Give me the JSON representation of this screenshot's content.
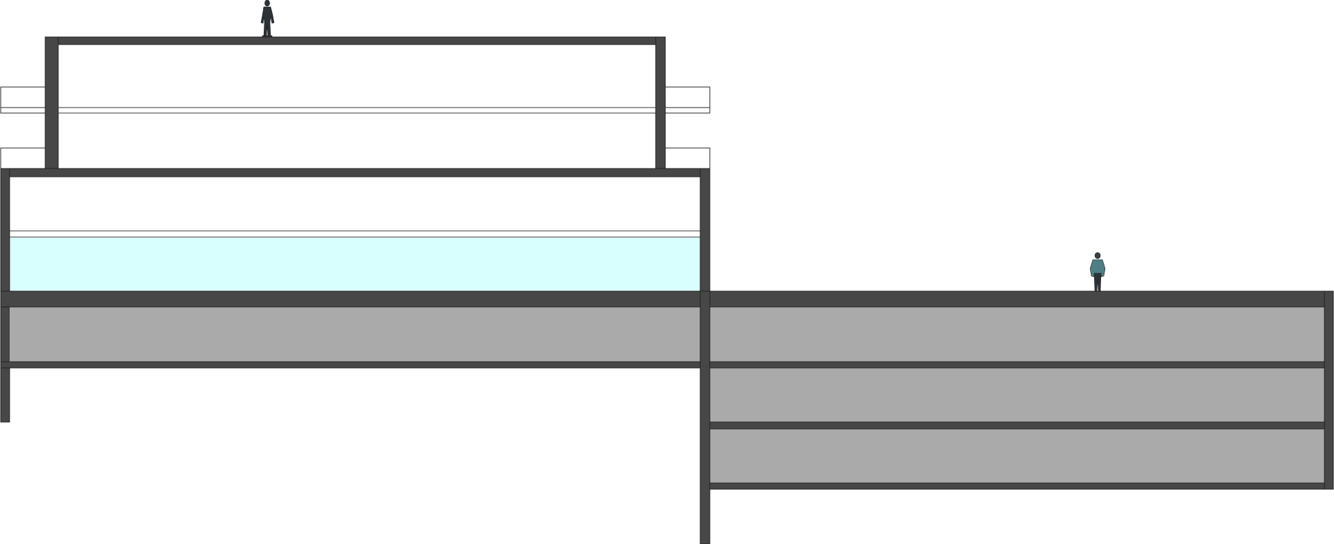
{
  "colors": {
    "background": "#ffffff",
    "structure": "#474747",
    "outline": "#222222",
    "soil_fill": "#aaaaaa",
    "water_fill": "#d9fefe",
    "line": "#555555",
    "figure_dark": "#2e3338",
    "figure_teal": "#4f7e84"
  },
  "elements": {
    "roof_pavilion": "structure",
    "side_canopies": "outline",
    "pool_volume": "water",
    "basement_levels": "soil",
    "scale_figures": 2
  }
}
